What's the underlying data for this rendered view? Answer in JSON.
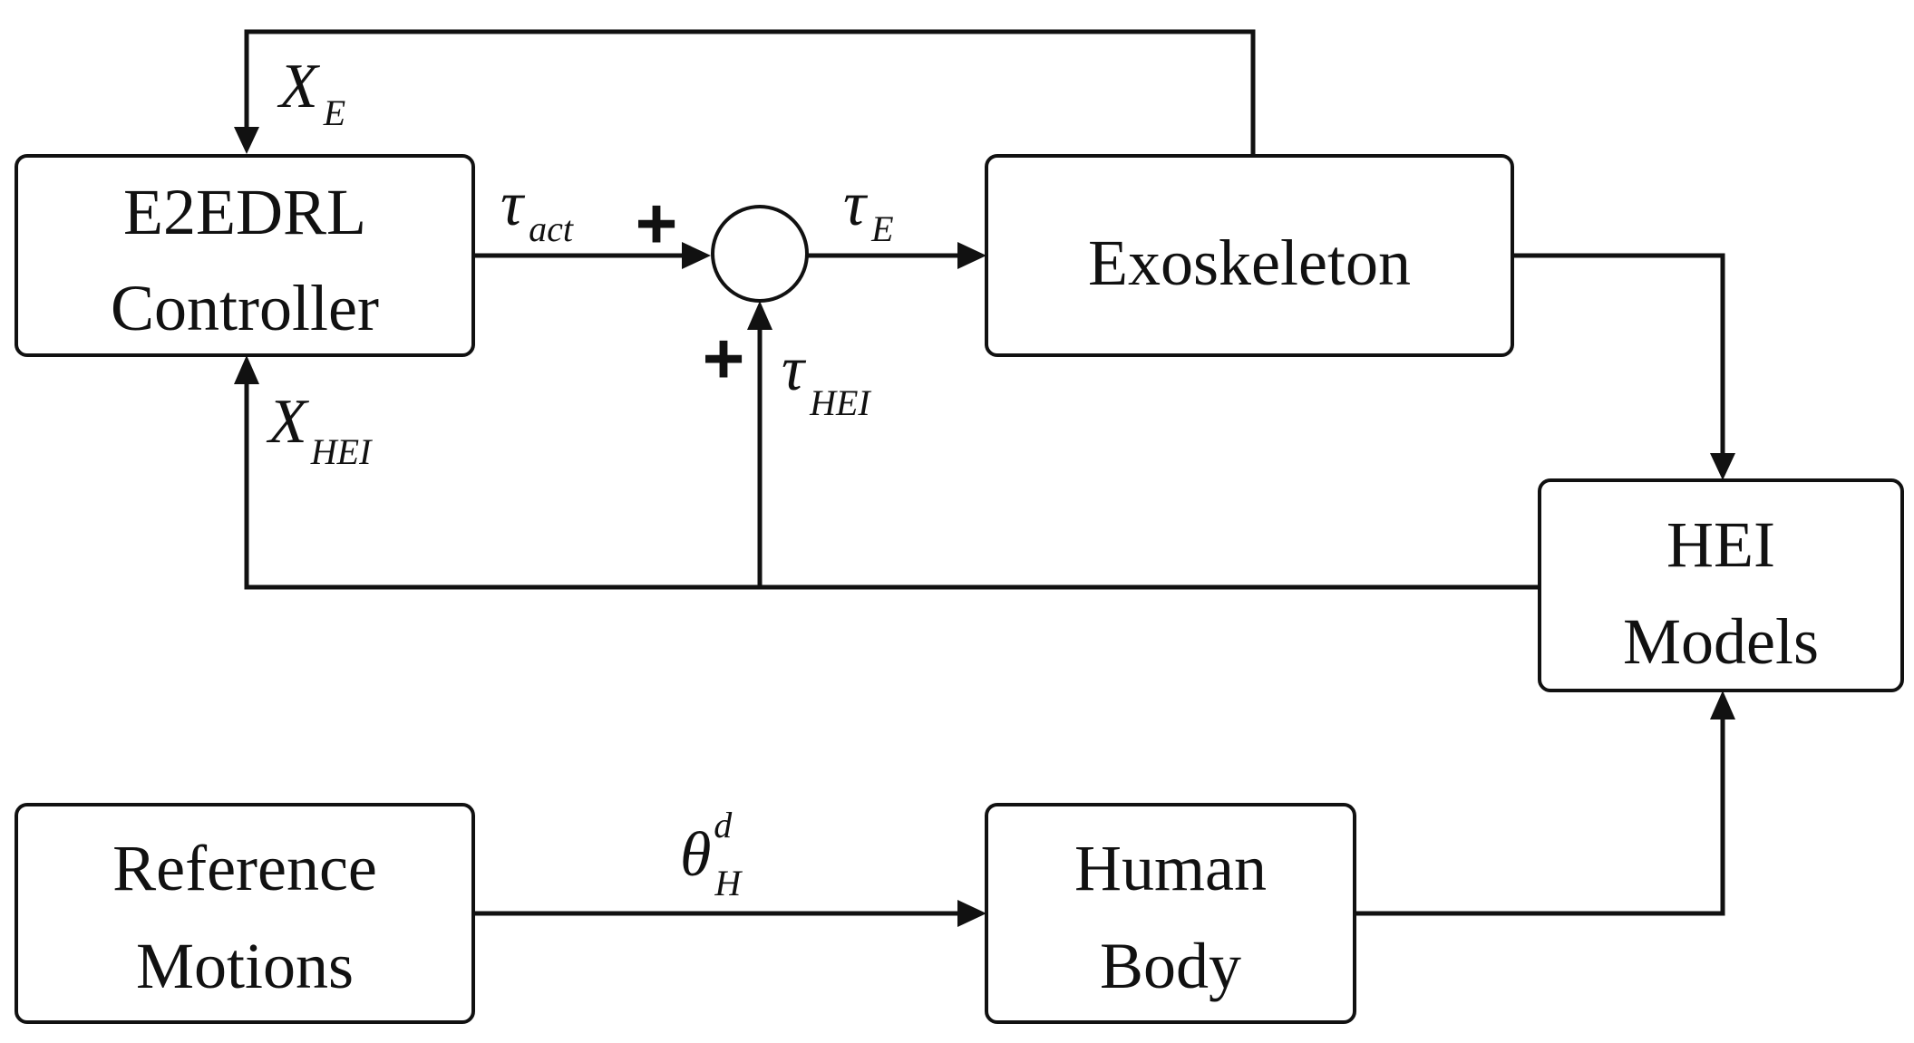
{
  "blocks": {
    "controller": {
      "line1": "E2EDRL",
      "line2": "Controller"
    },
    "exoskeleton": {
      "label": "Exoskeleton"
    },
    "hei_models": {
      "line1": "HEI",
      "line2": "Models"
    },
    "reference_motions": {
      "line1": "Reference",
      "line2": "Motions"
    },
    "human_body": {
      "line1": "Human",
      "line2": "Body"
    }
  },
  "signals": {
    "x_e": {
      "main": "X",
      "sub": "E"
    },
    "tau_act": {
      "main": "τ",
      "sub": "act"
    },
    "tau_e": {
      "main": "τ",
      "sub": "E"
    },
    "tau_hei": {
      "main": "τ",
      "sub": "HEI"
    },
    "x_hei": {
      "main": "X",
      "sub": "HEI"
    },
    "theta_hd": {
      "main": "θ",
      "sub": "H",
      "sup": "d"
    }
  },
  "summing_junction": {
    "plus_top": "+",
    "plus_bottom": "+"
  }
}
